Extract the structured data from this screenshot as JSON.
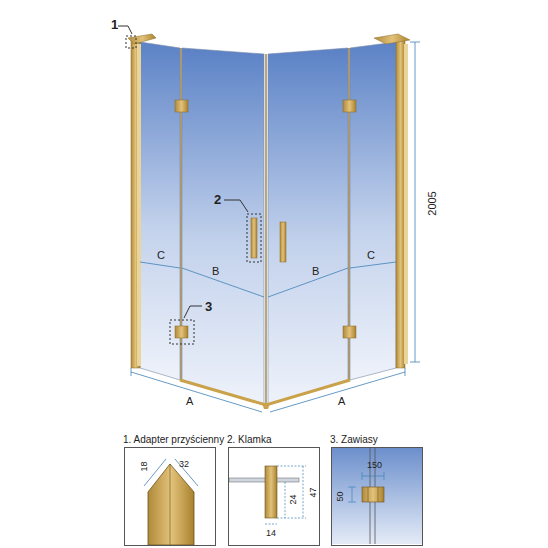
{
  "diagram": {
    "nodes": [
      {
        "text": [
          "1. Adapter przyścienny",
          "18",
          "32"
        ]
      },
      {
        "text": [
          "2. Klamka",
          "47",
          "24",
          "14"
        ]
      },
      {
        "text": [
          "3. Zawiasy",
          "150",
          "50"
        ]
      }
    ],
    "labels": [
      "1",
      "2",
      "3",
      "C",
      "B",
      "B",
      "C",
      "A",
      "A",
      "2005"
    ]
  }
}
